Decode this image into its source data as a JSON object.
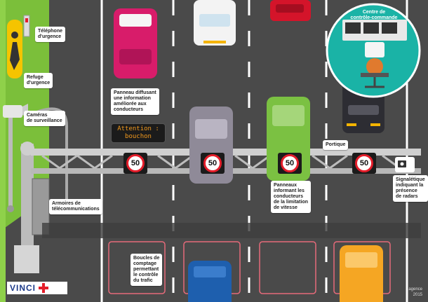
{
  "labels": {
    "telephone": "Téléphone\nd'urgence",
    "refuge": "Refuge\nd'urgence",
    "cameras": "Caméras\nde surveillance",
    "panneau_info": "Panneau diffusant\nune information\naméliorée aux\nconducteurs",
    "portique": "Portique",
    "armoires": "Armoires de\ntélécommunications",
    "panneaux_vitesse": "Panneaux\ninformant les\nconducteurs\nde la limitation\nde vitesse",
    "signaletique": "Signalétique\nindiquant la\nprésence\nde radars",
    "boucles": "Boucles de\ncomptage\npermettant\nle contrôle\ndu trafic",
    "centre": "Centre de\ncontrôle-commande"
  },
  "vms_message": {
    "line1": "Attention :",
    "line2": "bouchon"
  },
  "speed_limit": "50",
  "branding": {
    "company": "VINCI",
    "agency": "agence",
    "year": "2015"
  },
  "colors": {
    "road": "#4a4a4a",
    "grass": "#7bbf3a",
    "accent_teal": "#1ab3a6",
    "sign_red": "#e41d2a",
    "vms_amber": "#f39a1d"
  }
}
